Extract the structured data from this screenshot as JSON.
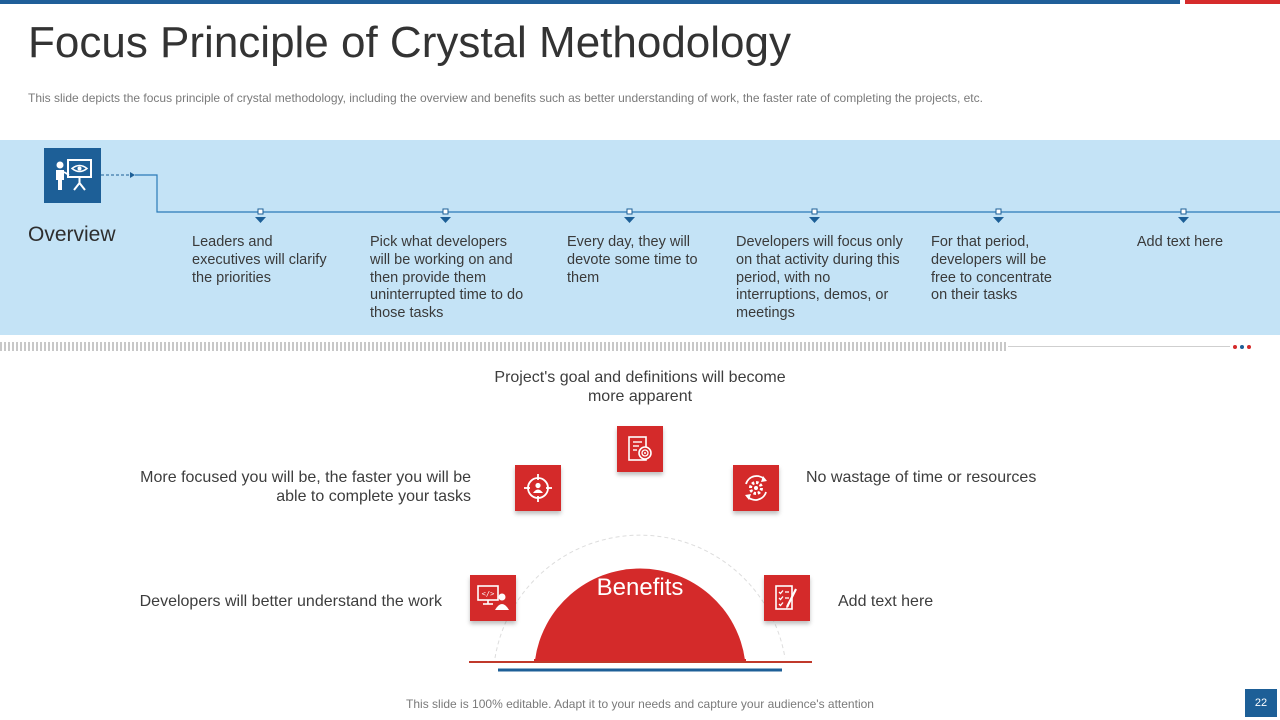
{
  "slide": {
    "title": "Focus Principle of Crystal Methodology",
    "subtitle": "This slide depicts the focus principle of crystal methodology, including the overview  and benefits such as better understanding of work, the faster rate of completing the projects, etc.",
    "footer": "This slide is 100% editable. Adapt it to your needs and capture your audience's attention",
    "page_number": "22"
  },
  "overview": {
    "label": "Overview",
    "icon": "presentation-eye-icon",
    "steps": [
      {
        "text": "Leaders and executives will clarify the priorities"
      },
      {
        "text": "Pick what developers will be working on and then provide them uninterrupted time to do those tasks"
      },
      {
        "text": "Every day, they will devote some time to them"
      },
      {
        "text": "Developers will focus only on that activity during this period, with no interruptions, demos, or meetings"
      },
      {
        "text": "For that period, developers will be free to concentrate on their tasks"
      },
      {
        "text": "Add text here"
      }
    ]
  },
  "benefits": {
    "center_label": "Benefits",
    "items": [
      {
        "text": "Project's goal and definitions will become more apparent",
        "icon": "checklist-target-icon"
      },
      {
        "text": "More focused you will be, the faster you will be able to complete your tasks",
        "icon": "target-person-icon"
      },
      {
        "text": "No wastage of time or resources",
        "icon": "gear-cycle-icon"
      },
      {
        "text": "Developers will better understand the work",
        "icon": "developer-screen-icon"
      },
      {
        "text": "Add text here",
        "icon": "document-pen-icon"
      }
    ]
  },
  "colors": {
    "accent_blue": "#1d5f97",
    "accent_red": "#d42a2a",
    "band_blue": "#c4e3f6"
  }
}
